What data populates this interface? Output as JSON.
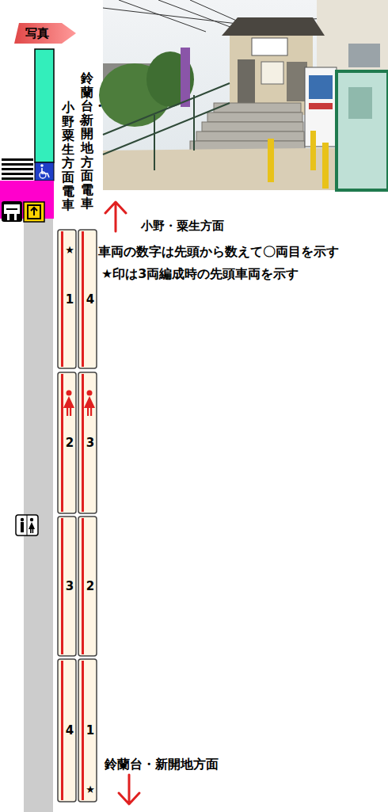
{
  "diagram": {
    "nodes": [
      {
        "text": [
          "写真"
        ]
      },
      {
        "text": [
          "★",
          "1"
        ]
      },
      {
        "text": [
          "4"
        ]
      },
      {
        "text": [
          "2"
        ]
      },
      {
        "text": [
          "3"
        ]
      },
      {
        "text": [
          "3"
        ]
      },
      {
        "text": [
          "2"
        ]
      },
      {
        "text": [
          "4"
        ]
      },
      {
        "text": [
          "1",
          "★"
        ]
      }
    ],
    "labels": [
      "小野・粟生方面電車",
      "鈴蘭台・新開地方面電車",
      "小野・粟生方面",
      "車両の数字は先頭から数えて〇両目を示す",
      "★印は3両編成時の先頭車両を示す",
      "鈴蘭台・新開地方面"
    ]
  }
}
